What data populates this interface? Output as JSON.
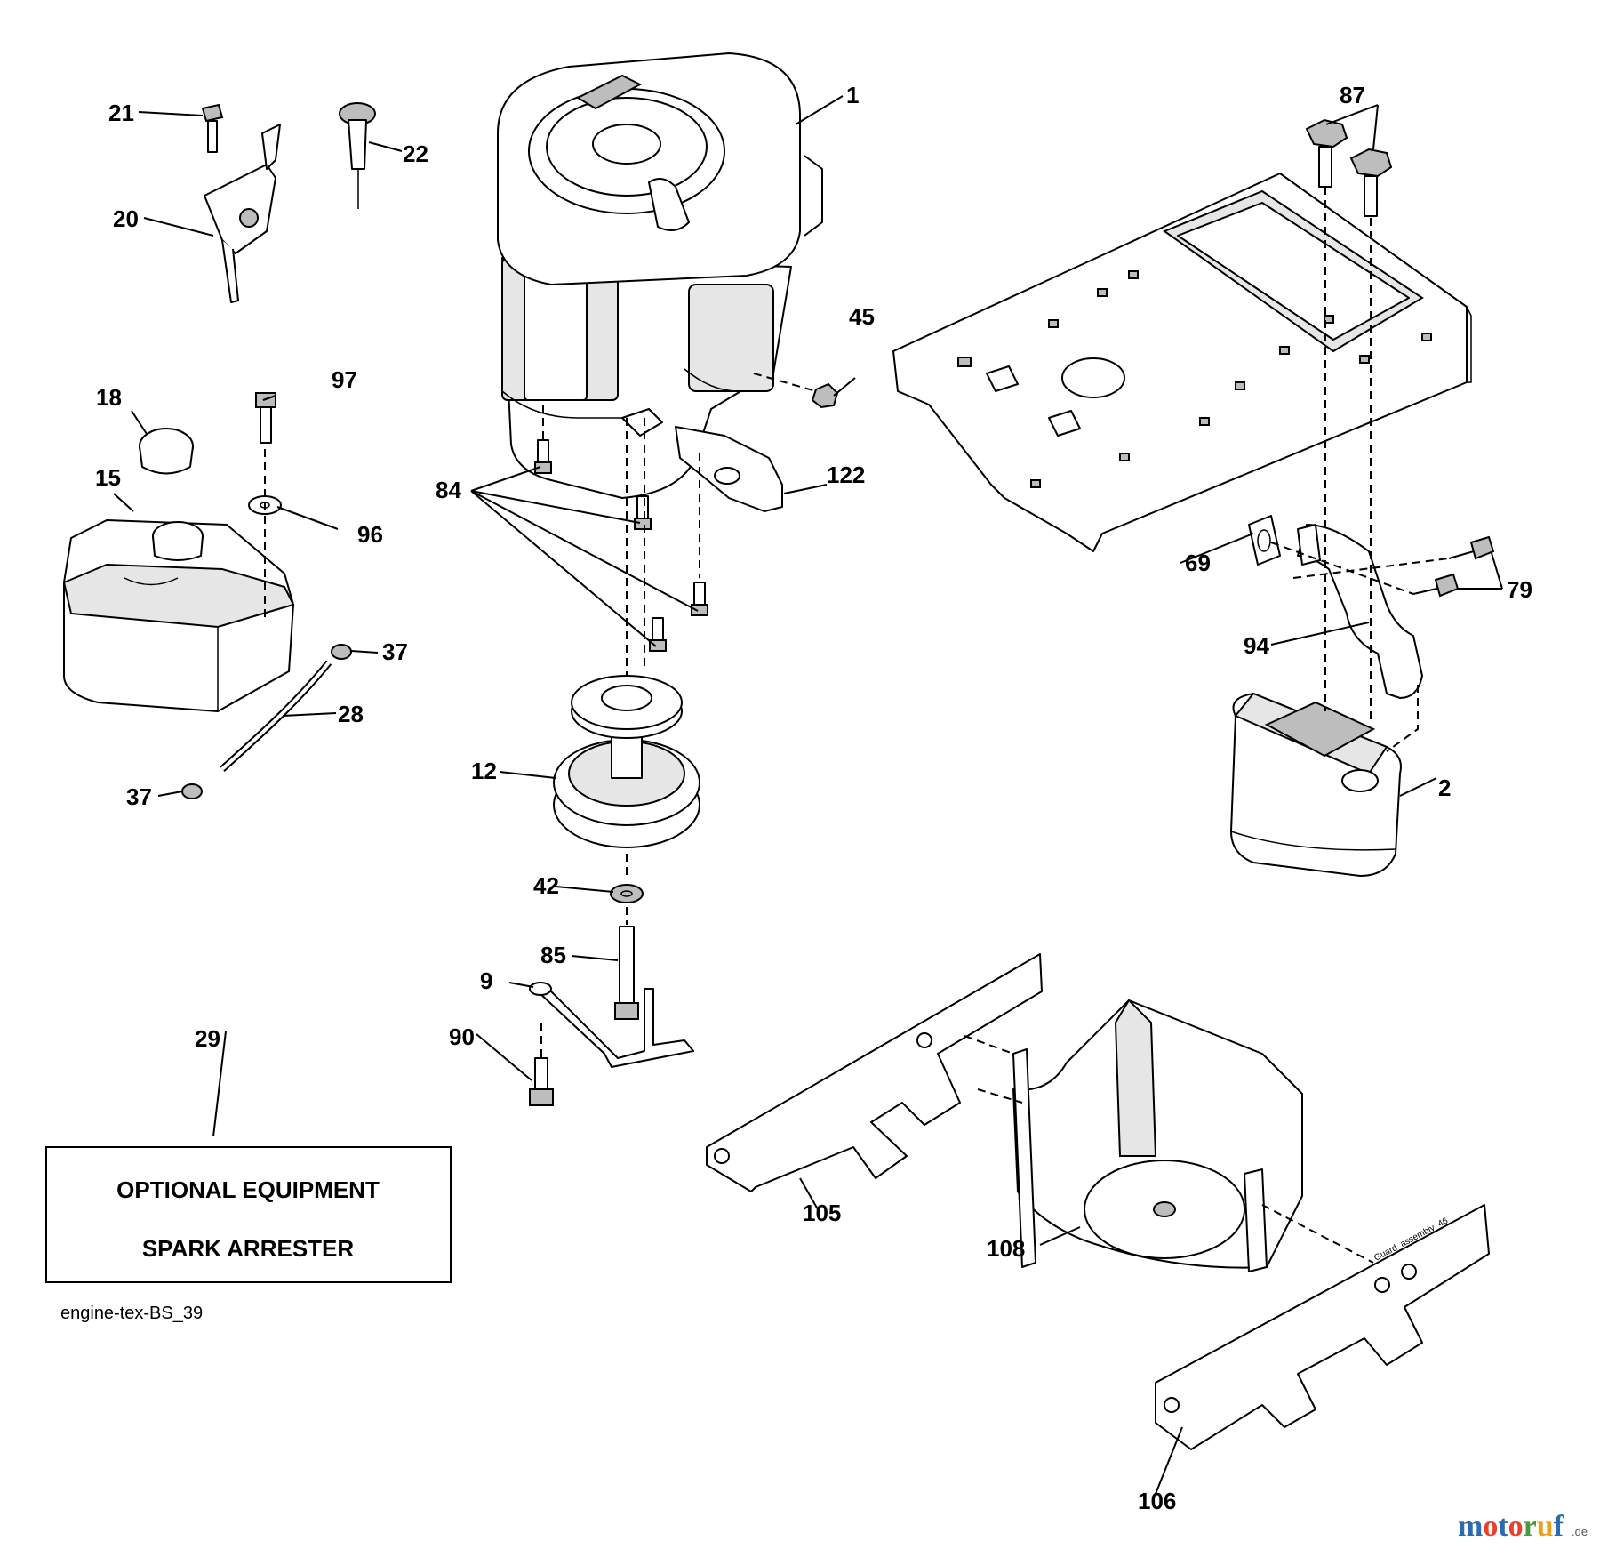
{
  "callouts": {
    "c1": "1",
    "c2": "2",
    "c9": "9",
    "c12": "12",
    "c15": "15",
    "c18": "18",
    "c20": "20",
    "c21": "21",
    "c22": "22",
    "c28": "28",
    "c29": "29",
    "c37a": "37",
    "c37b": "37",
    "c42": "42",
    "c45": "45",
    "c69": "69",
    "c79": "79",
    "c84": "84",
    "c85": "85",
    "c87": "87",
    "c90": "90",
    "c94": "94",
    "c96": "96",
    "c97": "97",
    "c105": "105",
    "c106": "106",
    "c108": "108",
    "c122": "122"
  },
  "optional_box": {
    "line1": "OPTIONAL EQUIPMENT",
    "line2": "SPARK ARRESTER"
  },
  "figure_id": "engine-tex-BS_39",
  "guard_label": "Guard_assembly_46",
  "watermark": {
    "brand": "motoruf",
    "suffix": ".de",
    "colors": {
      "m": "#2a6bb3",
      "o": "#e8402b",
      "t": "#2a6bb3",
      "r": "#4a9a3a",
      "u": "#e8a21b",
      "f": "#2a6bb3"
    }
  }
}
